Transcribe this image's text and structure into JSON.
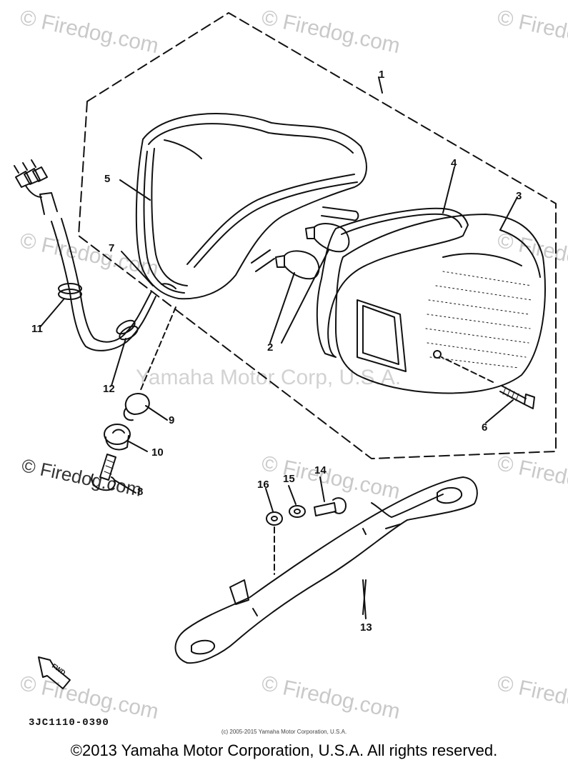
{
  "watermarks": {
    "site": "© Firedog.com",
    "corp": "Yamaha Motor Corp, U.S.A."
  },
  "callouts": {
    "c1": "1",
    "c2": "2",
    "c3": "3",
    "c4": "4",
    "c5": "5",
    "c6": "6",
    "c7": "7",
    "c8": "8",
    "c9": "9",
    "c10": "10",
    "c11": "11",
    "c12": "12",
    "c13": "13",
    "c14": "14",
    "c15": "15",
    "c16": "16"
  },
  "fwd_label": "FWD",
  "part_code": "3JC1110-0390",
  "small_copyright": "(c) 2005-2015 Yamaha Motor Corporation, U.S.A.",
  "footer": "©2013 Yamaha Motor Corporation, U.S.A. All rights reserved."
}
